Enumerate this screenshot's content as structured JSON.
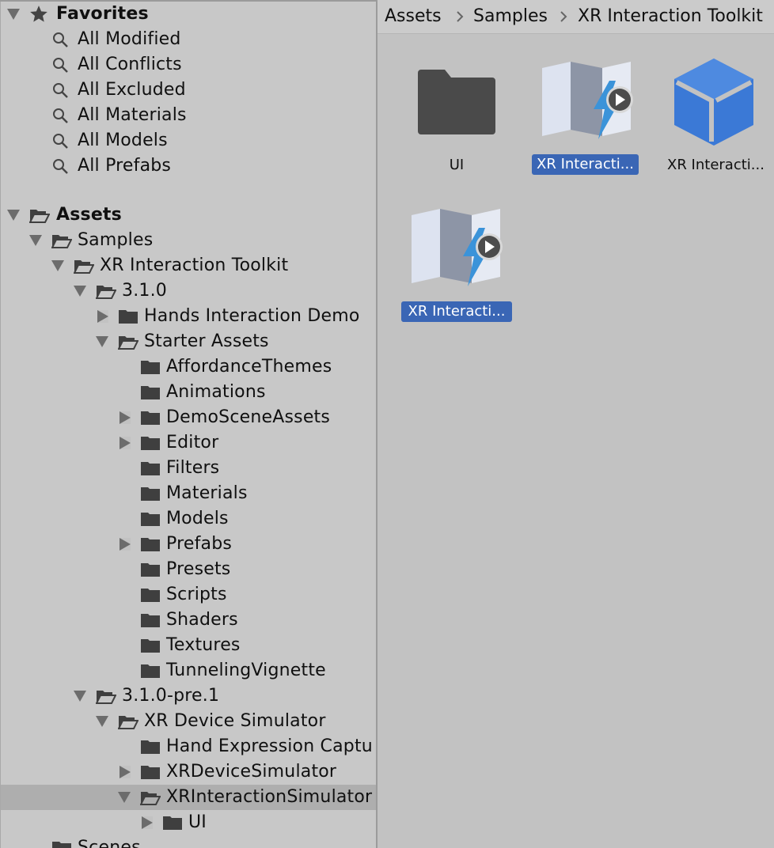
{
  "favorites": {
    "title": "Favorites",
    "items": [
      "All Modified",
      "All Conflicts",
      "All Excluded",
      "All Materials",
      "All Models",
      "All Prefabs"
    ]
  },
  "tree": {
    "assets": "Assets",
    "samples": "Samples",
    "xrit": "XR Interaction Toolkit",
    "v310": "3.1.0",
    "hands_demo": "Hands Interaction Demo",
    "starter": "Starter Assets",
    "starter_children": [
      "AffordanceThemes",
      "Animations",
      "DemoSceneAssets",
      "Editor",
      "Filters",
      "Materials",
      "Models",
      "Prefabs",
      "Presets",
      "Scripts",
      "Shaders",
      "Textures",
      "TunnelingVignette"
    ],
    "pre1": "3.1.0-pre.1",
    "device_sim": "XR Device Simulator",
    "hand_expr": "Hand Expression Captu",
    "xrdevsim": "XRDeviceSimulator",
    "xrintsim": "XRInteractionSimulator",
    "ui": "UI",
    "scenes": "Scenes"
  },
  "breadcrumb": [
    "Assets",
    "Samples",
    "XR Interaction Toolkit"
  ],
  "assets_grid": [
    {
      "label": "UI",
      "kind": "folder",
      "selected": false
    },
    {
      "label": "XR Interacti...",
      "kind": "scene",
      "selected": true
    },
    {
      "label": "XR Interacti...",
      "kind": "prefab",
      "selected": false
    },
    {
      "label": "XR Interacti...",
      "kind": "scene",
      "selected": true
    }
  ],
  "colors": {
    "selection": "#3a66b5",
    "prefab": "#3b79d6",
    "lightning": "#4aa3e0"
  },
  "icons": [
    "star-icon",
    "search-icon",
    "folder-icon",
    "folder-open-icon",
    "chevron-right-icon",
    "scene-icon",
    "prefab-cube-icon",
    "play-icon"
  ]
}
